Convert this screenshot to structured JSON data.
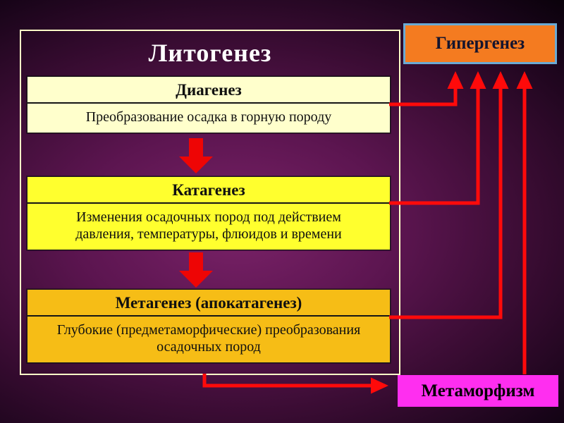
{
  "slide": {
    "title": "Литогенез"
  },
  "stages": [
    {
      "name": "Диагенез",
      "description": "Преобразование осадка в горную породу"
    },
    {
      "name": "Катагенез",
      "description": "Изменения осадочных пород под действием давления, температуры, флюидов и времени"
    },
    {
      "name": "Метагенез (апокатагенез)",
      "description": "Глубокие (предметаморфические) преобразования осадочных пород"
    }
  ],
  "side": {
    "hypergenesis_label": "Гипергенез",
    "metamorphism_label": "Метаморфизм"
  },
  "colors": {
    "stage_diagenesis_bg": "#ffffcc",
    "stage_katagenesis_bg": "#ffff2e",
    "stage_metagenesis_bg": "#f6bd16",
    "hypergenesis_bg": "#f47b20",
    "hypergenesis_border": "#6aaad4",
    "metamorphism_bg": "#ff2ef0",
    "arrow_red": "#ff0a0a",
    "frame_border": "#ffffc8",
    "title_color": "#ffffff",
    "background_purple": "#5c1550"
  }
}
